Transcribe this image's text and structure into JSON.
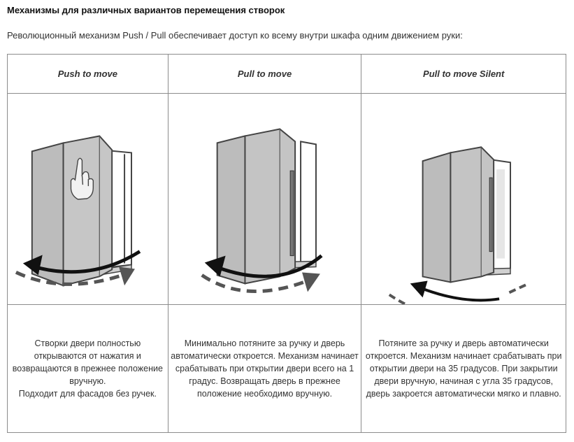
{
  "heading": "Механизмы для различных вариантов перемещения створок",
  "intro": "Революционный механизм Push / Pull обеспечивает доступ ко всему внутри шкафа одним движением руки:",
  "columns": [
    {
      "title": "Push to move",
      "illustration": "cabinet-push-hand-icon",
      "description_lines": [
        "Створки двери полностью открываются от нажатия и возвращаются в прежнее положение вручную.",
        "Подходит для фасадов без ручек."
      ]
    },
    {
      "title": "Pull to move",
      "illustration": "cabinet-with-handle-icon",
      "description_lines": [
        "Минимально потяните за ручку и дверь автоматически откроется. Механизм начинает срабатывать при открытии двери всего на 1 градус. Возвращать дверь в прежнее положение необходимо вручную."
      ]
    },
    {
      "title": "Pull to move Silent",
      "illustration": "cabinet-silent-icon",
      "description_lines": [
        "Потяните за ручку и дверь автоматически откроется. Механизм начинает срабатывать при открытии двери на 35 градусов. При закрытии двери вручную, начиная с угла 35 градусов, дверь закроется автоматически мягко и плавно."
      ]
    }
  ],
  "colors": {
    "panel_fill": "#bcbcbc",
    "panel_edge": "#444444",
    "arrow_dark": "#111111",
    "arrow_dashed": "#555555"
  }
}
